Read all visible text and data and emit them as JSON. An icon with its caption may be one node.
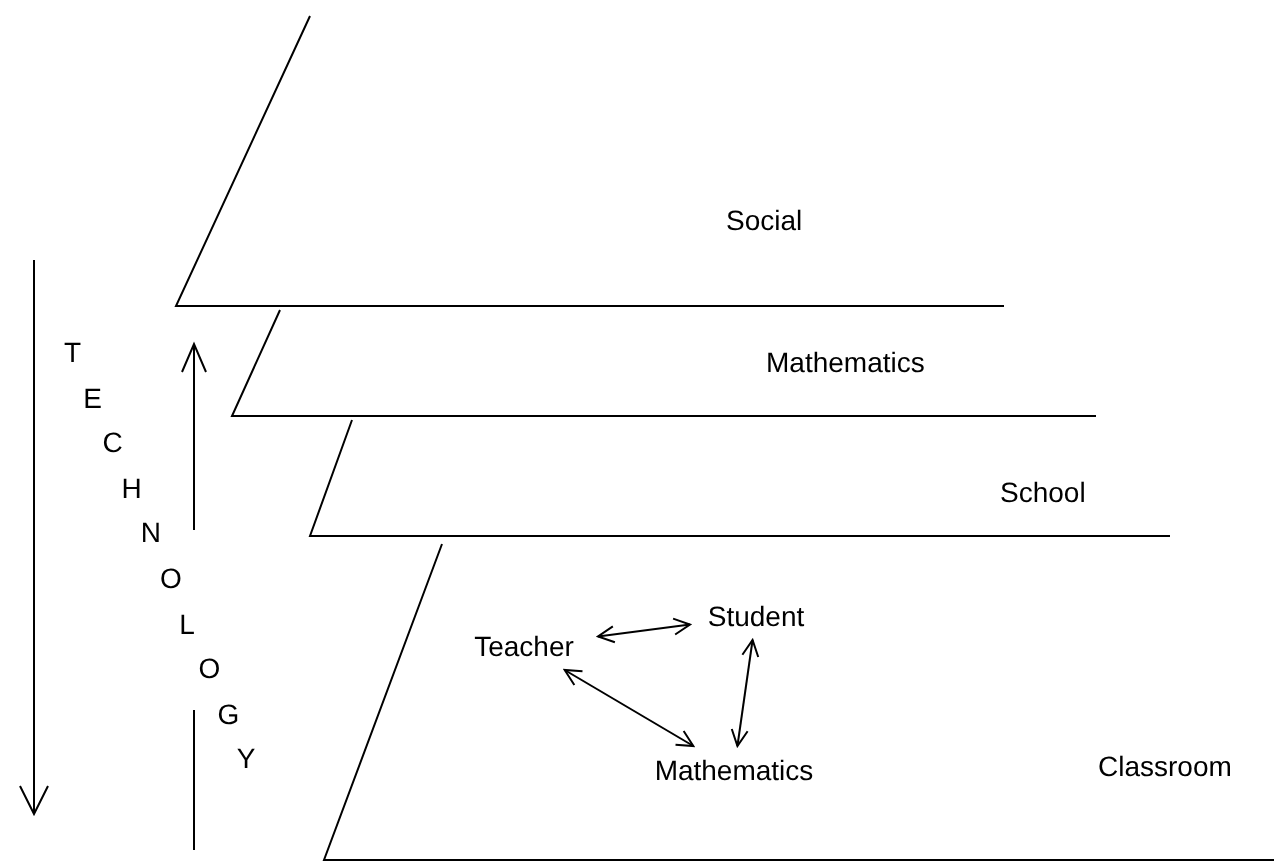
{
  "diagram": {
    "nodes": [
      {
        "text": [
          "Social"
        ]
      },
      {
        "text": [
          "Mathematics"
        ]
      },
      {
        "text": [
          "School"
        ]
      },
      {
        "text": [
          "Classroom"
        ]
      },
      {
        "text": [
          "Teacher"
        ],
        "in": 3
      },
      {
        "text": [
          "Student"
        ],
        "in": 3
      },
      {
        "text": [
          "Mathematics"
        ],
        "in": 3
      }
    ],
    "edges": [
      {
        "from": 4,
        "to": 5,
        "arrow": "both"
      },
      {
        "from": 4,
        "to": 6,
        "arrow": "both"
      },
      {
        "from": 5,
        "to": 6,
        "arrow": "both"
      }
    ],
    "labels": [
      "TECHNOLOGY"
    ]
  }
}
